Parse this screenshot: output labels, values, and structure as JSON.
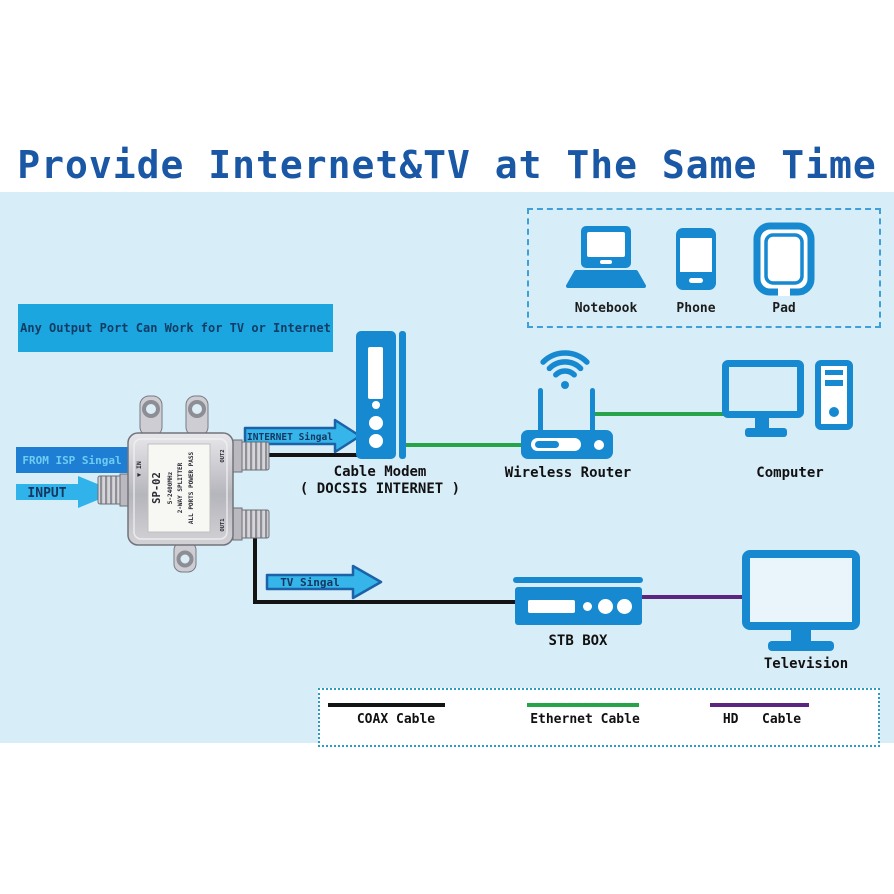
{
  "title": "Provide Internet&TV at The Same Time",
  "banner": "Any Output Port Can Work for TV or Internet",
  "device_panel": {
    "notebook": "Notebook",
    "phone": "Phone",
    "pad": "Pad"
  },
  "splitter": {
    "model": "SP-02",
    "freq": "5-2400MHz",
    "kind": "2-WAY SPLITTER",
    "power": "ALL PORTS POWER PASS",
    "in_mark": "▼ IN",
    "out1": "OUT1",
    "out2": "OUT2"
  },
  "callouts": {
    "from_isp": "FROM ISP Singal",
    "input": "INPUT",
    "internet": "INTERNET Singal",
    "tv": "TV Singal"
  },
  "nodes": {
    "cable_modem": "Cable Modem",
    "cable_modem_sub": "( DOCSIS INTERNET )",
    "wireless_router": "Wireless Router",
    "computer": "Computer",
    "stb": "STB BOX",
    "television": "Television"
  },
  "legend": {
    "items": [
      {
        "label": "COAX Cable",
        "color": "#141414"
      },
      {
        "label": "Ethernet Cable",
        "color": "#27a34a"
      },
      {
        "label": "HD   Cable",
        "color": "#5a2680"
      }
    ]
  },
  "colors": {
    "title_blue": "#1a57a5",
    "panel_bg": "#d7edf8",
    "device_blue": "#1789d1",
    "cyan_accent": "#29b3e8",
    "callout_box_blue": "#1d7ed4",
    "coax": "#141414",
    "ethernet": "#27a34a",
    "hd_cable": "#5a2680"
  }
}
